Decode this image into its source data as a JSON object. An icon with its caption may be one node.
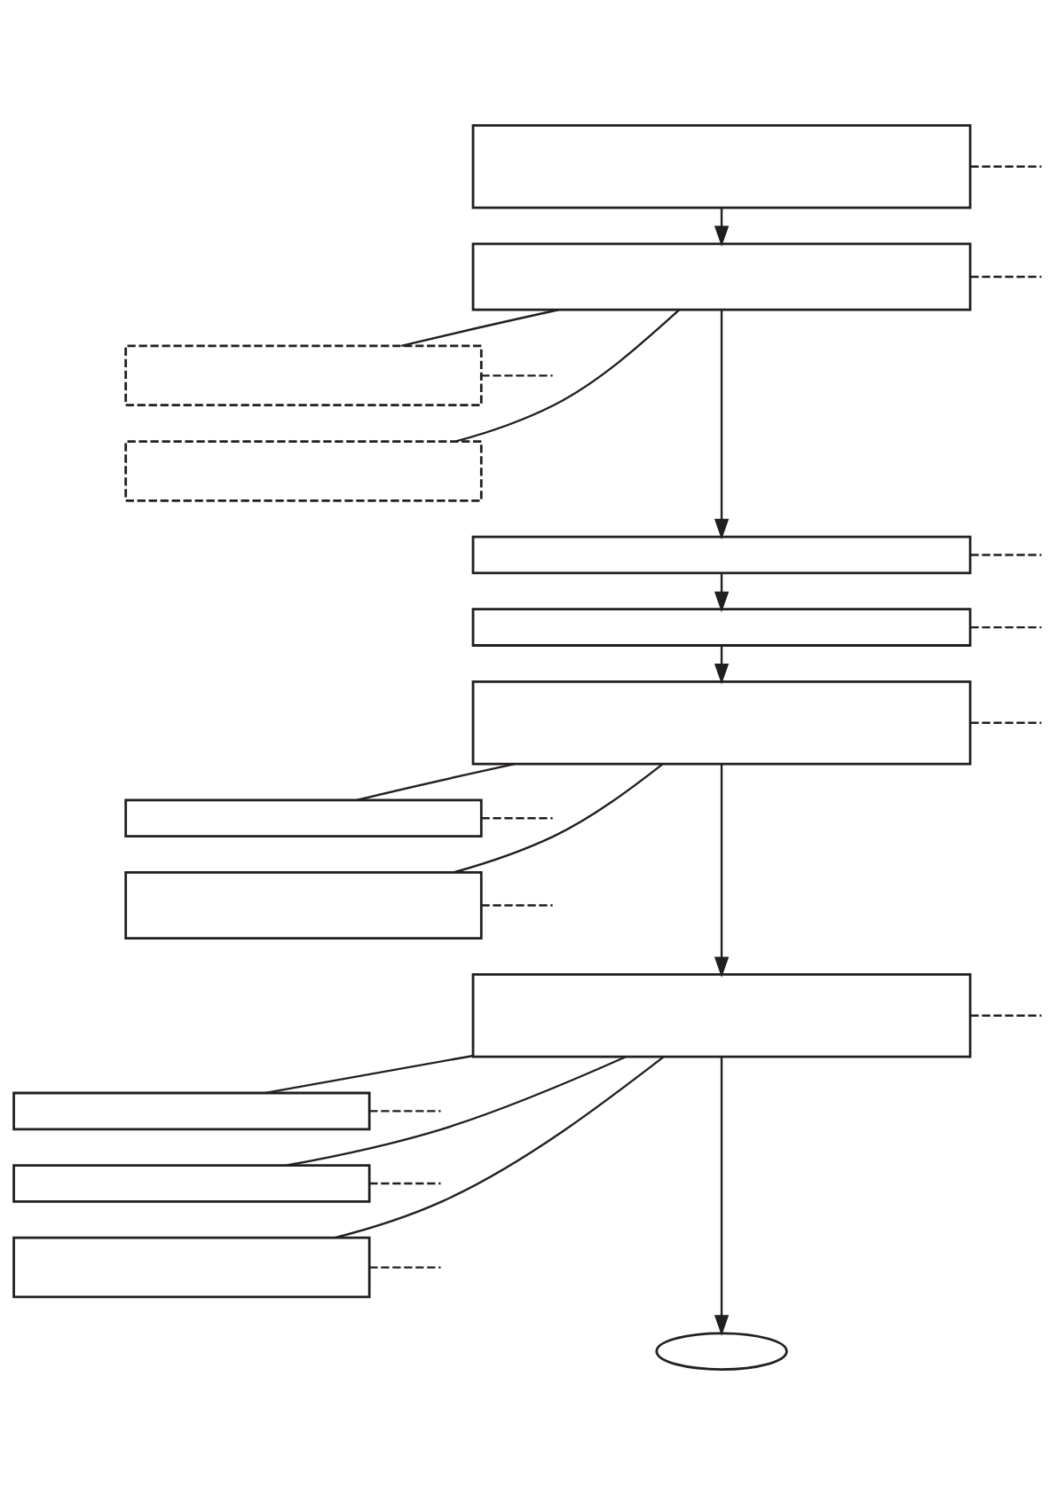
{
  "diagram": {
    "nodes": [
      {
        "text": [],
        "shape": "box"
      },
      {
        "text": [],
        "shape": "box"
      },
      {
        "text": [],
        "shape": "box"
      },
      {
        "text": [],
        "shape": "box"
      },
      {
        "text": [],
        "shape": "box"
      },
      {
        "text": [],
        "shape": "box"
      },
      {
        "text": [],
        "shape": "box"
      },
      {
        "text": [],
        "shape": "box"
      },
      {
        "text": [],
        "shape": "box"
      },
      {
        "text": [],
        "shape": "box"
      },
      {
        "text": [],
        "shape": "box"
      },
      {
        "text": [],
        "shape": "box"
      },
      {
        "text": [],
        "shape": "box"
      },
      {
        "text": [],
        "shape": "oval"
      }
    ],
    "edges": [
      {
        "from": 0,
        "to": 1,
        "arrow": "to"
      },
      {
        "from": 1,
        "to": 2,
        "arrow": "none"
      },
      {
        "from": 1,
        "to": 3,
        "arrow": "none"
      },
      {
        "from": 1,
        "to": 4,
        "arrow": "to"
      },
      {
        "from": 4,
        "to": 5,
        "arrow": "to"
      },
      {
        "from": 5,
        "to": 6,
        "arrow": "to"
      },
      {
        "from": 6,
        "to": 7,
        "arrow": "none"
      },
      {
        "from": 6,
        "to": 8,
        "arrow": "none"
      },
      {
        "from": 6,
        "to": 9,
        "arrow": "to"
      },
      {
        "from": 9,
        "to": 10,
        "arrow": "none"
      },
      {
        "from": 9,
        "to": 11,
        "arrow": "none"
      },
      {
        "from": 9,
        "to": 12,
        "arrow": "none"
      },
      {
        "from": 9,
        "to": 13,
        "arrow": "to"
      },
      {
        "from": 0,
        "to": null,
        "arrow": "none",
        "style": "dashed"
      },
      {
        "from": 1,
        "to": null,
        "arrow": "none",
        "style": "dashed"
      },
      {
        "from": 2,
        "to": null,
        "arrow": "none",
        "style": "dashed"
      },
      {
        "from": 4,
        "to": null,
        "arrow": "none",
        "style": "dashed"
      },
      {
        "from": 5,
        "to": null,
        "arrow": "none",
        "style": "dashed"
      },
      {
        "from": 6,
        "to": null,
        "arrow": "none",
        "style": "dashed"
      },
      {
        "from": 7,
        "to": null,
        "arrow": "none",
        "style": "dashed"
      },
      {
        "from": 8,
        "to": null,
        "arrow": "none",
        "style": "dashed"
      },
      {
        "from": 9,
        "to": null,
        "arrow": "none",
        "style": "dashed"
      },
      {
        "from": 10,
        "to": null,
        "arrow": "none",
        "style": "dashed"
      },
      {
        "from": 11,
        "to": null,
        "arrow": "none",
        "style": "dashed"
      },
      {
        "from": 12,
        "to": null,
        "arrow": "none",
        "style": "dashed"
      }
    ]
  }
}
